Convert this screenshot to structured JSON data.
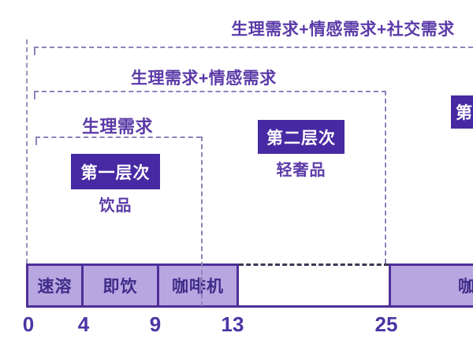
{
  "needs": {
    "l1": "生理需求",
    "l2": "生理需求+情感需求",
    "l3": "生理需求+情感需求+社交需求"
  },
  "tiers": {
    "t1": {
      "badge": "第一层次",
      "name": "饮品"
    },
    "t2": {
      "badge": "第二层次",
      "name": "轻奢品"
    },
    "t3": {
      "badge": "第三层次",
      "name": ""
    }
  },
  "bar": {
    "segments": [
      {
        "label": "速溶"
      },
      {
        "label": "即饮"
      },
      {
        "label": "咖啡机"
      },
      {
        "label": ""
      },
      {
        "label": "咖啡馆"
      }
    ]
  },
  "axis": {
    "ticks": [
      "0",
      "4",
      "9",
      "13",
      "25"
    ]
  },
  "colors": {
    "accent_purple": "#4729a3",
    "label_purple": "#5c3ba8",
    "segment_fill": "#b7a6e0",
    "segment_border": "#4f2e97",
    "segment_text": "#3e2c88",
    "dashed_line": "#8d83bb",
    "gap_dashed_top": "#413857",
    "tick_text": "#4c35a3"
  },
  "chart_data": {
    "type": "bar",
    "title": "",
    "xlabel": "",
    "ylabel": "",
    "x_axis_ticks": [
      0,
      4,
      9,
      13,
      25
    ],
    "segments": [
      {
        "label": "速溶",
        "range": [
          0,
          4
        ],
        "filled": true
      },
      {
        "label": "即饮",
        "range": [
          4,
          9
        ],
        "filled": true
      },
      {
        "label": "咖啡机",
        "range": [
          9,
          13
        ],
        "filled": true
      },
      {
        "label": "",
        "range": [
          13,
          25
        ],
        "filled": false
      },
      {
        "label": "咖啡馆",
        "range": [
          25,
          null
        ],
        "filled": true,
        "note": "clipped at right edge of image"
      }
    ],
    "need_brackets": [
      {
        "label": "生理需求",
        "range": [
          0,
          13
        ]
      },
      {
        "label": "生理需求+情感需求",
        "range": [
          0,
          25
        ]
      },
      {
        "label": "生理需求+情感需求+社交需求",
        "range": [
          0,
          null
        ],
        "note": "extends past right edge"
      }
    ],
    "tier_callouts": [
      {
        "badge": "第一层次",
        "name": "饮品",
        "over_range": [
          0,
          13
        ]
      },
      {
        "badge": "第二层次",
        "name": "轻奢品",
        "over_range": [
          13,
          25
        ]
      },
      {
        "badge": "第三层次",
        "name": "",
        "over_range": [
          25,
          null
        ],
        "note": "badge clipped at right edge"
      }
    ],
    "legend": "off",
    "grid": "off"
  }
}
